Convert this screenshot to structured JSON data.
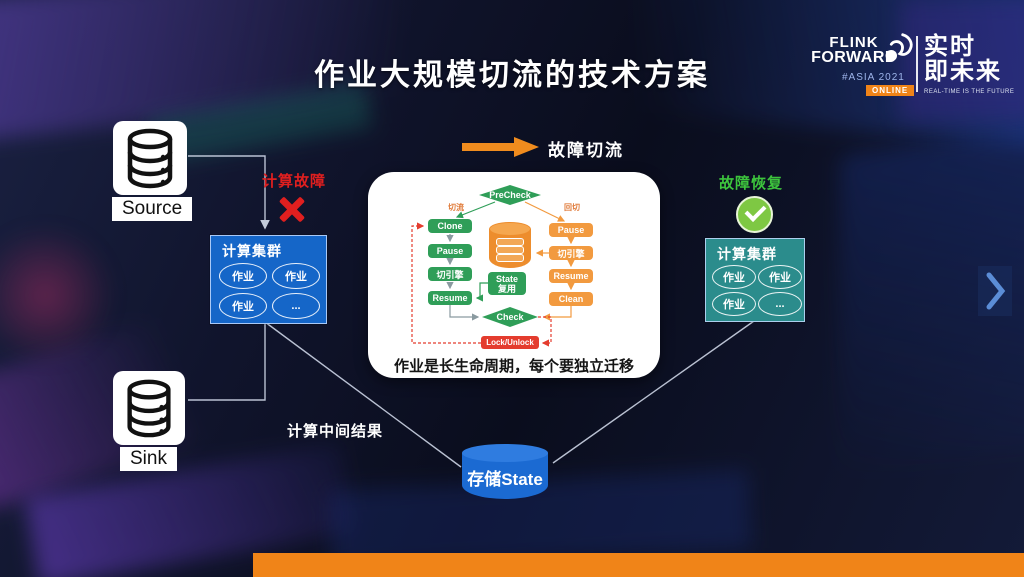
{
  "title": "作业大规模切流的技术方案",
  "logo": {
    "flink": "FLINK",
    "forward": "FORWARD",
    "asia": "#ASIA 2021",
    "online": "ONLINE",
    "cn_line1": "实时",
    "cn_line2": "即未来",
    "tagline": "REAL-TIME IS THE FUTURE"
  },
  "left_side": {
    "source_label": "Source",
    "sink_label": "Sink",
    "fault_label": "计算故障",
    "cluster": {
      "title": "计算集群",
      "jobs": [
        "作业",
        "作业",
        "作业",
        "..."
      ]
    }
  },
  "right_side": {
    "recovery_label": "故障恢复",
    "cluster": {
      "title": "计算集群",
      "jobs": [
        "作业",
        "作业",
        "作业",
        "..."
      ]
    }
  },
  "flow": {
    "switch_arrow_label": "故障切流",
    "precheck": "PreCheck",
    "branch_left": "切流",
    "branch_right": "回切",
    "left_steps": [
      "Clone",
      "Pause",
      "切引擎",
      "Resume"
    ],
    "right_steps": [
      "Pause",
      "切引擎",
      "Resume",
      "Clean"
    ],
    "state_reuse_line1": "State",
    "state_reuse_line2": "复用",
    "check": "Check",
    "lock": "Lock/Unlock",
    "caption": "作业是长生命周期，每个要独立迁移"
  },
  "bottom": {
    "intermediate_label": "计算中间结果"
  },
  "storage": {
    "label": "存储State"
  },
  "colors": {
    "green_step": "#2f9e58",
    "orange_step": "#f29a3f",
    "red_accent": "#e43c2e",
    "blue_cluster": "#1566c8",
    "teal_cluster": "#2b8c8c",
    "storage_blue": "#1b6ad2",
    "bottom_bar_orange": "#f08418"
  }
}
